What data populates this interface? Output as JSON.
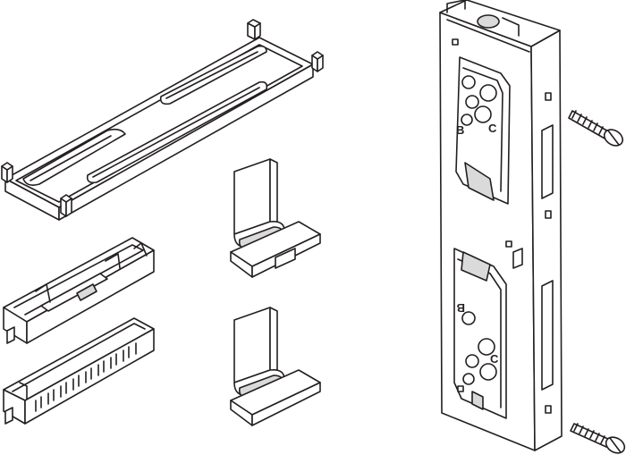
{
  "figure": {
    "background": "#ffffff",
    "stroke_color": "#231f20",
    "shade_color": "#dadada",
    "markings": {
      "upper_b": "B",
      "upper_c": "C",
      "lower_b": "B",
      "lower_c": "C"
    }
  }
}
